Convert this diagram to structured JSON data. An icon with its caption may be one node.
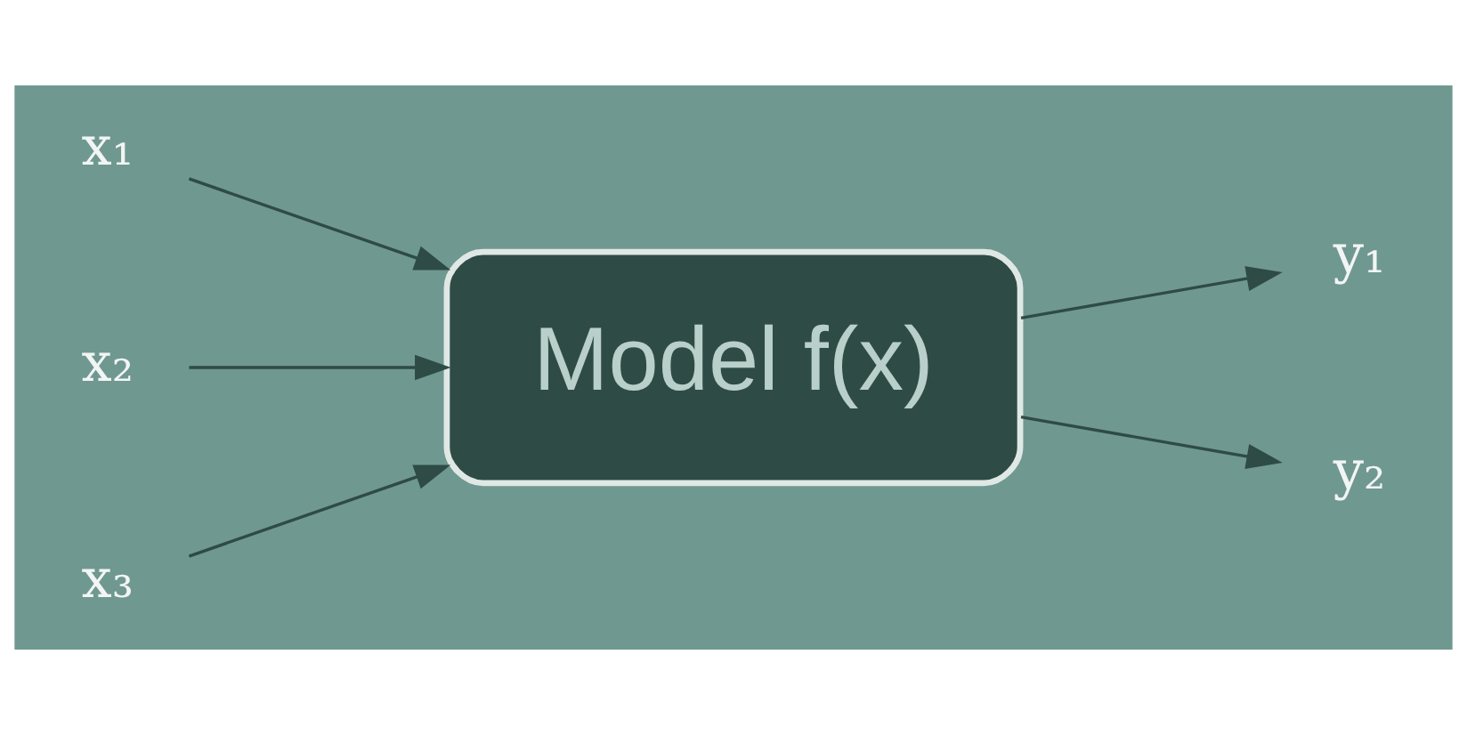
{
  "diagram": {
    "nodes": [
      {
        "text": [
          "x₁"
        ]
      },
      {
        "text": [
          "x₂"
        ]
      },
      {
        "text": [
          "x₃"
        ]
      },
      {
        "text": [
          "Model f(x)"
        ]
      },
      {
        "text": [
          "y₁"
        ]
      },
      {
        "text": [
          "y₂"
        ]
      }
    ],
    "edges": [
      {
        "from": 0,
        "to": 3,
        "arrow": "to"
      },
      {
        "from": 1,
        "to": 3,
        "arrow": "to"
      },
      {
        "from": 2,
        "to": 3,
        "arrow": "to"
      },
      {
        "from": 3,
        "to": 4,
        "arrow": "to"
      },
      {
        "from": 3,
        "to": 5,
        "arrow": "to"
      }
    ]
  }
}
